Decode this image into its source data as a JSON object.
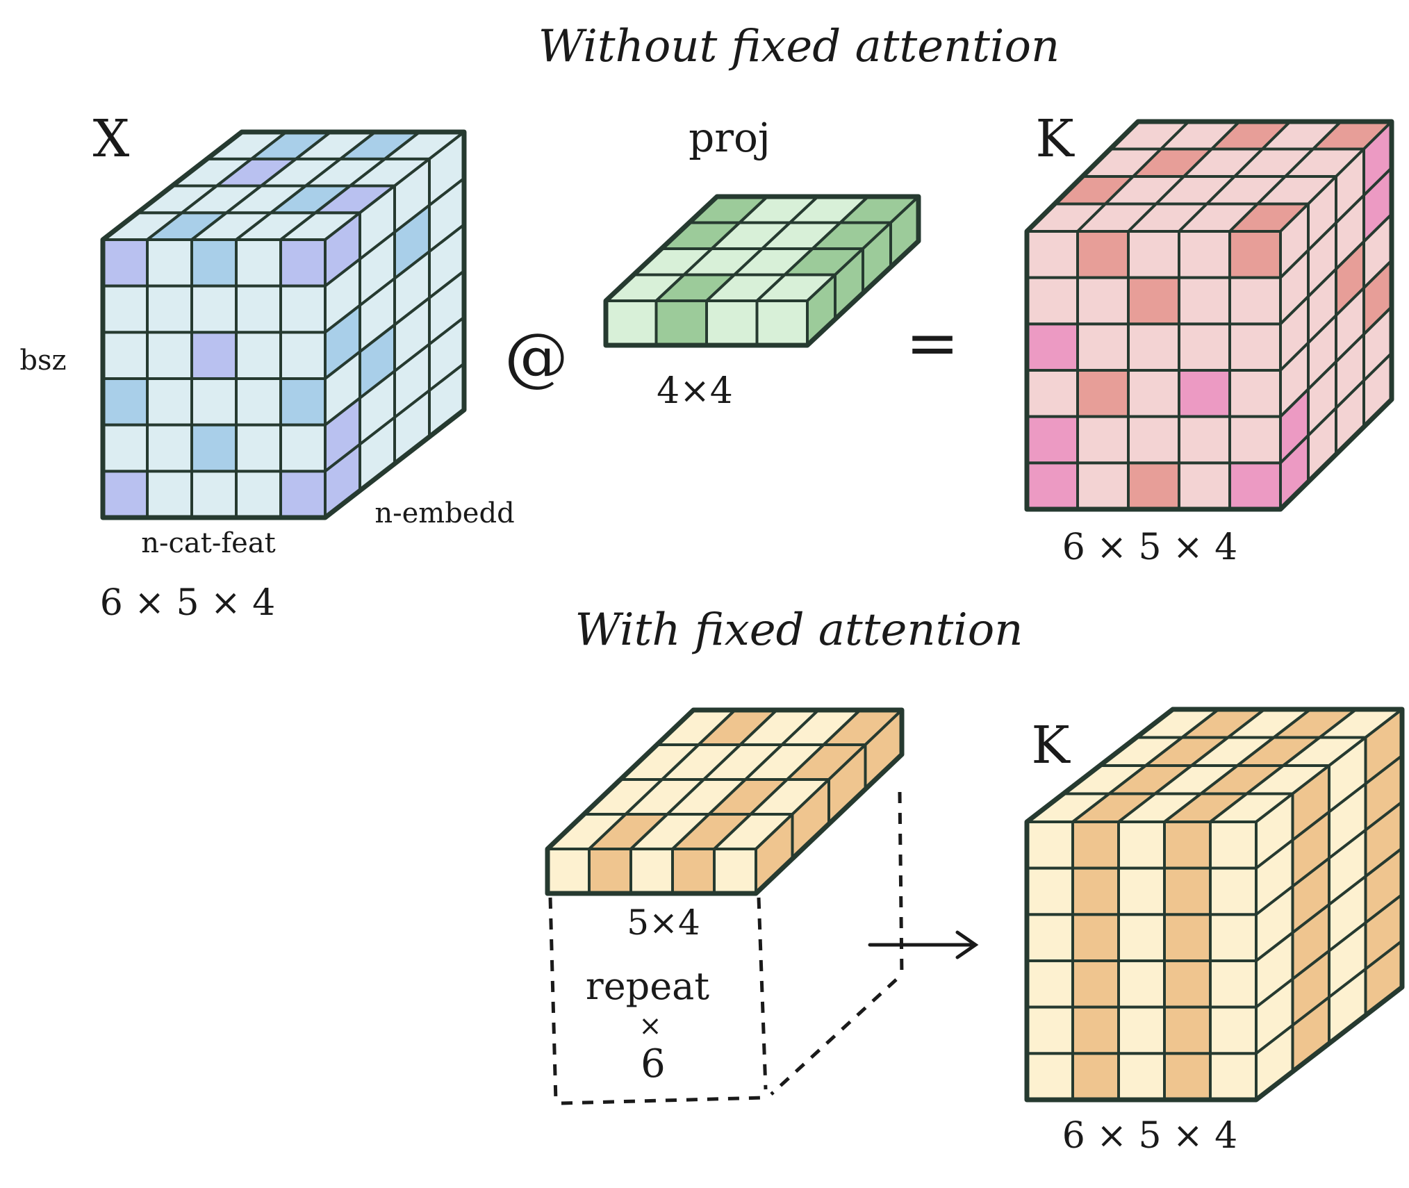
{
  "sections": {
    "without_title": "Without fixed attention",
    "with_title": "With fixed attention"
  },
  "x_tensor": {
    "name": "X",
    "axis_rows": "bsz",
    "axis_cols": "n-cat-feat",
    "axis_depth": "n-embedd",
    "shape": "6 × 5 × 4",
    "rows": 6,
    "cols": 5,
    "depth": 4,
    "base_color": "#dcedf2",
    "accent_colors": [
      "#b9c1f0",
      "#a9cfe9"
    ]
  },
  "operator_matmul": "@",
  "proj_tensor": {
    "name": "proj",
    "shape": "4×4",
    "cols": 4,
    "depth": 4,
    "base_color": "#d8f0d8",
    "accent_color": "#9ccb9a"
  },
  "operator_equals": "=",
  "k_tensor": {
    "name": "K",
    "shape": "6 × 5 × 4",
    "rows": 6,
    "cols": 5,
    "depth": 4,
    "base_color": "#f3d3d3",
    "accent_colors": [
      "#e79e98",
      "#ec9ac3"
    ]
  },
  "fixed_tensor": {
    "shape": "5×4",
    "cols": 5,
    "depth": 4,
    "base_color": "#fdf1d0",
    "accent_color": "#efc58f",
    "repeat_label": "repeat",
    "repeat_times_symbol": "×",
    "repeat_count": "6"
  },
  "k_fixed_tensor": {
    "name": "K",
    "shape": "6 × 5 × 4",
    "rows": 6,
    "cols": 5,
    "depth": 4,
    "base_color": "#fdf1d0",
    "accent_color": "#efc58f"
  },
  "colors": {
    "grid_line": "#263a30",
    "ink": "#1a1a1a"
  },
  "icons": {
    "arrow": "right-arrow-icon"
  }
}
